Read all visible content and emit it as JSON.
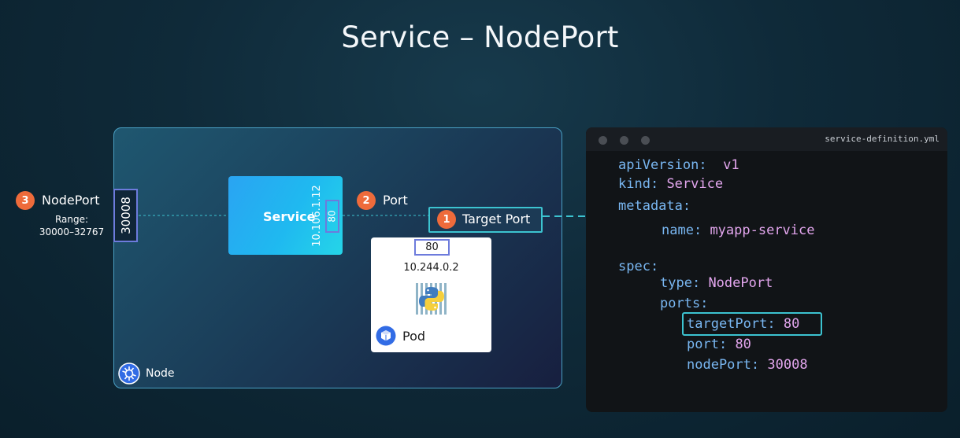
{
  "title": "Service – NodePort",
  "node": {
    "label": "Node"
  },
  "nodeport": {
    "badge": "3",
    "label": "NodePort",
    "range_label": "Range:",
    "range_value": "30000–32767",
    "port": "30008"
  },
  "service": {
    "label": "Service",
    "ip": "10.106.1.12",
    "port": "80"
  },
  "port_label": {
    "badge": "2",
    "label": "Port"
  },
  "target_port": {
    "badge": "1",
    "label": "Target Port"
  },
  "pod": {
    "port": "80",
    "ip": "10.244.0.2",
    "label": "Pod"
  },
  "editor": {
    "filename": "service-definition.yml",
    "lines": [
      {
        "key": "apiVersion:",
        "value": "v1"
      },
      {
        "key": "kind:",
        "value": "Service"
      },
      {
        "key": "metadata:",
        "value": ""
      },
      {
        "key": "name:",
        "value": "myapp-service"
      },
      {
        "key": "spec:",
        "value": ""
      },
      {
        "key": "type:",
        "value": "NodePort"
      },
      {
        "key": "ports:",
        "value": ""
      },
      {
        "key": "targetPort:",
        "value": "80"
      },
      {
        "key": "port:",
        "value": "80"
      },
      {
        "key": "nodePort:",
        "value": "30008"
      }
    ]
  },
  "colors": {
    "badge": "#ee6b3b",
    "yaml_key": "#79b7f2",
    "yaml_value": "#e3a6ee",
    "connector": "#3cc3d0",
    "port_border": "#6d7bdc"
  },
  "icons": [
    "kubernetes-node-icon",
    "kubernetes-pod-icon",
    "python-container-icon"
  ]
}
